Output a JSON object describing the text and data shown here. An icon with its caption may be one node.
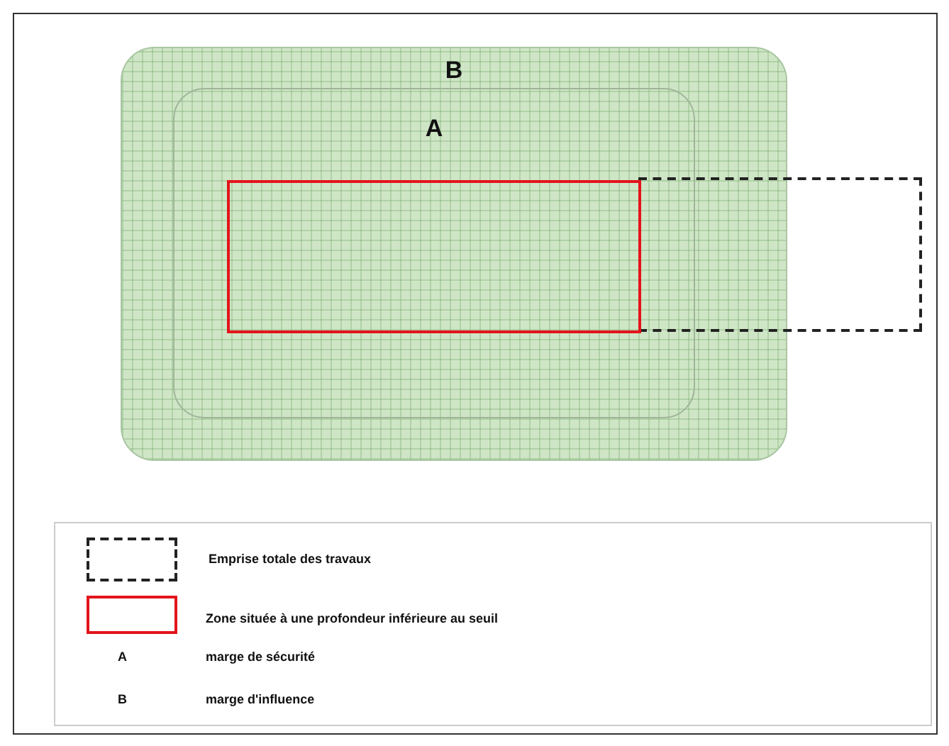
{
  "diagram": {
    "nodes": [
      {
        "text": [
          "B"
        ]
      },
      {
        "text": [
          "A"
        ],
        "in": 0
      },
      {
        "text": [],
        "shape": "box",
        "in": 1
      },
      {
        "text": [],
        "shape": "box"
      }
    ],
    "labels": [
      "A",
      "B"
    ],
    "legend": [
      {
        "text": "Emprise totale des travaux"
      },
      {
        "text": "Zone située à une profondeur inférieure au seuil"
      },
      {
        "text": "marge de sécurité"
      },
      {
        "text": "marge d'influence"
      }
    ]
  }
}
